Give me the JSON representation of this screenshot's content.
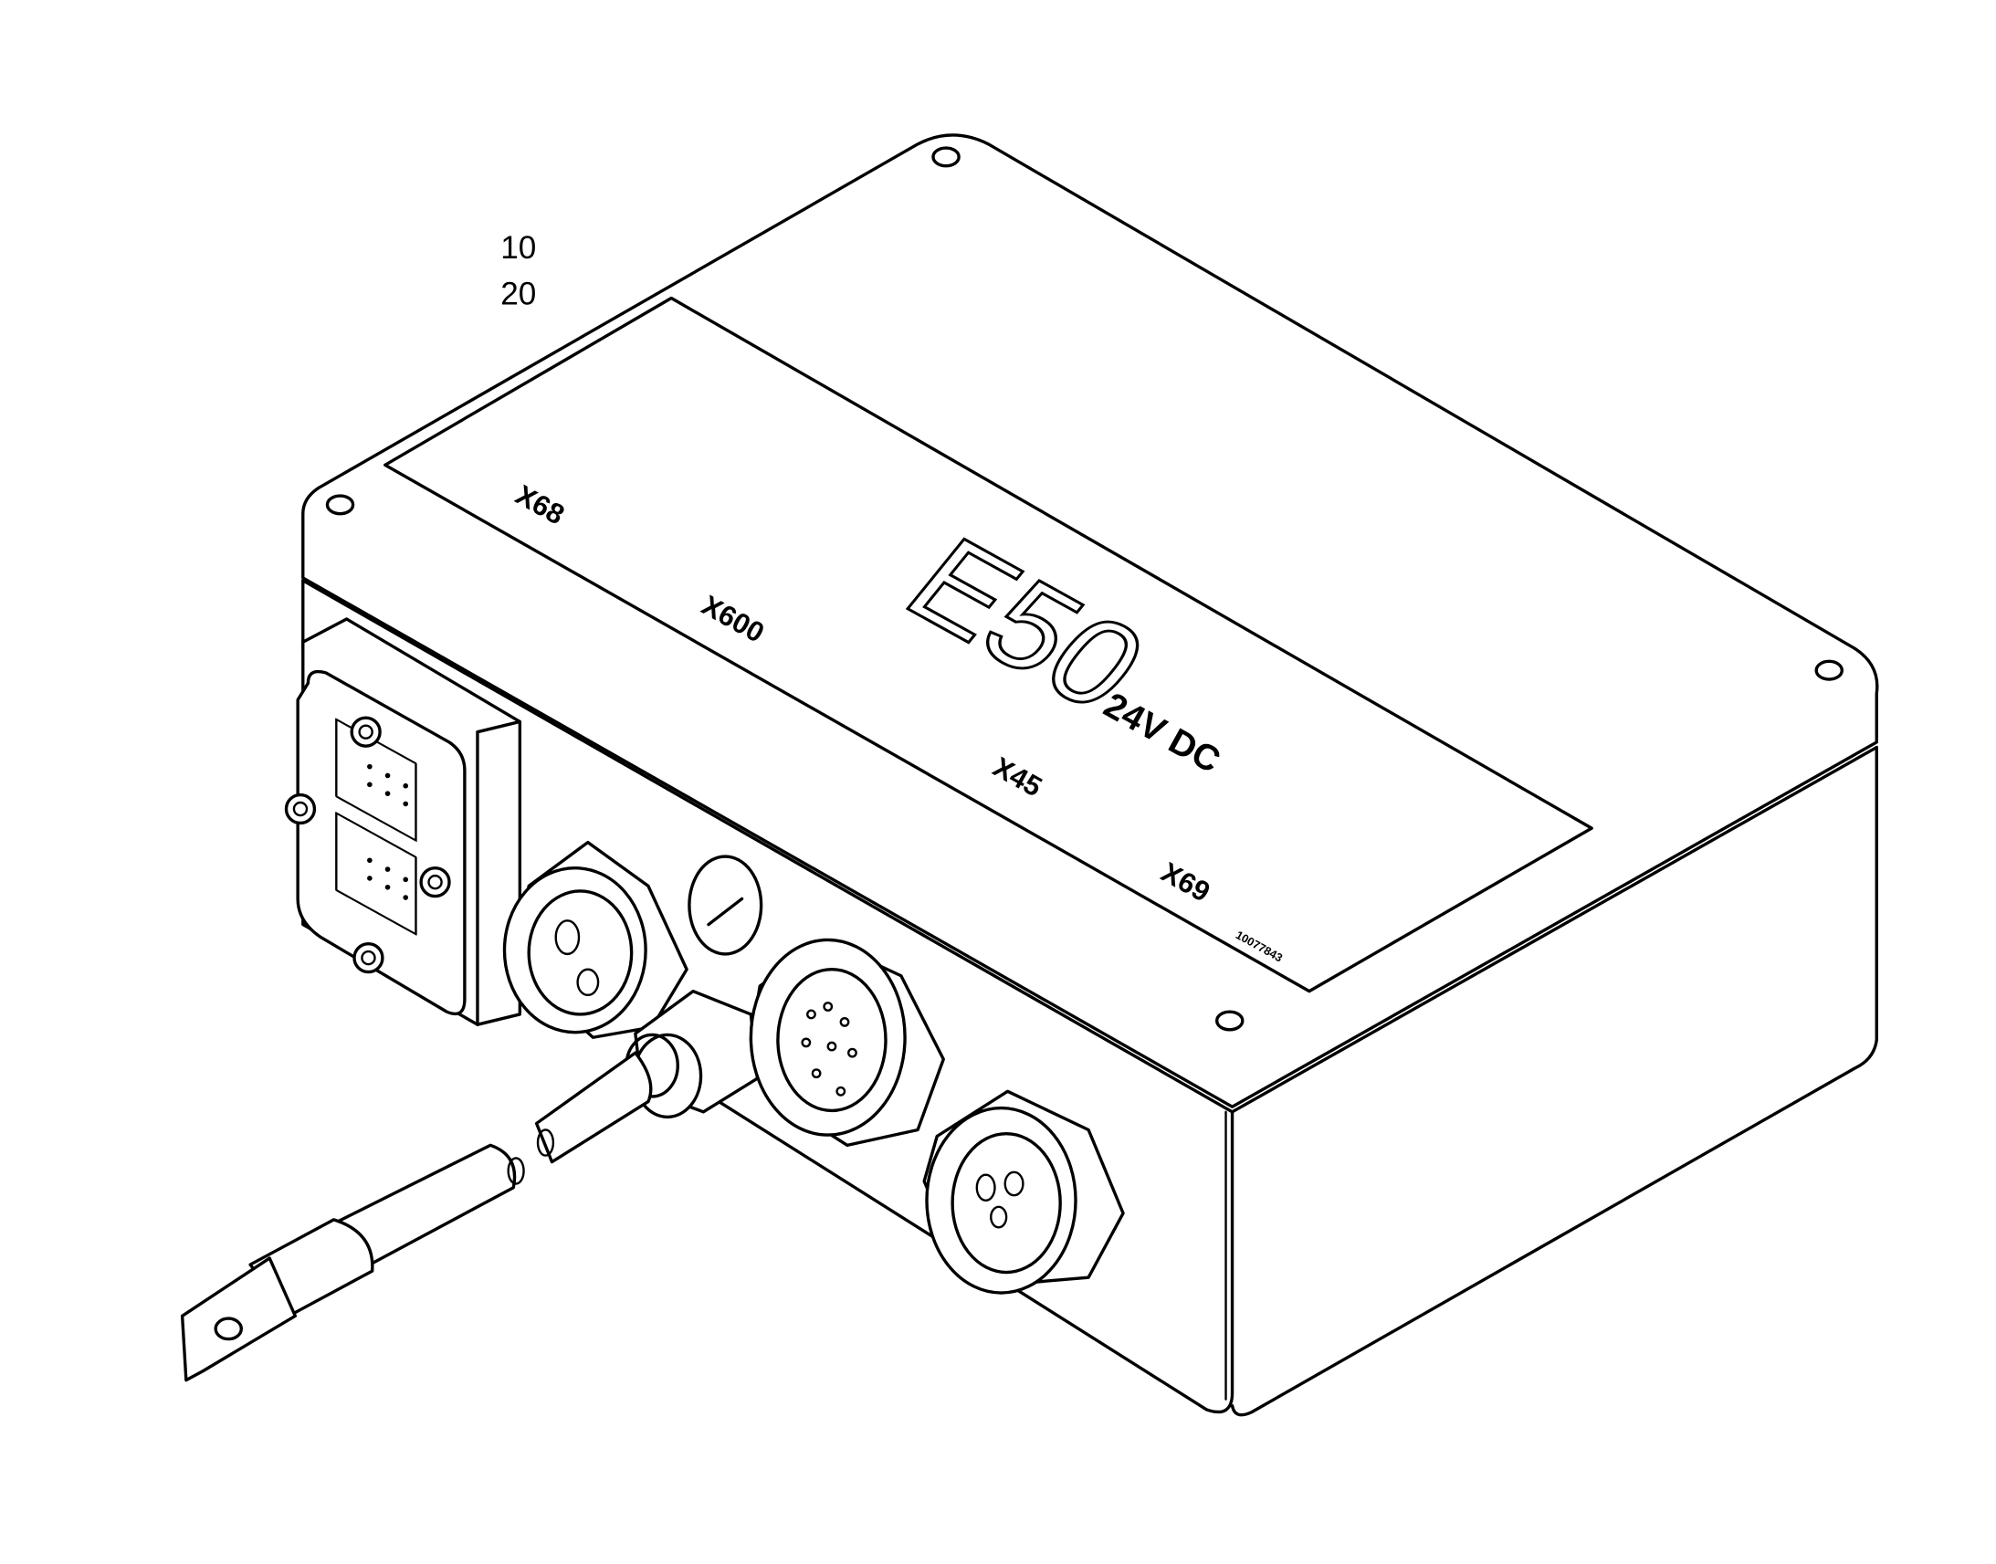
{
  "callouts": [
    "10",
    "20"
  ],
  "panel": {
    "title": "E50",
    "voltage": "24V DC",
    "connectors": [
      "X68",
      "X600",
      "X45",
      "X69"
    ],
    "part_number": "10077843"
  },
  "colors": {
    "line": "#000000",
    "background": "#ffffff"
  }
}
